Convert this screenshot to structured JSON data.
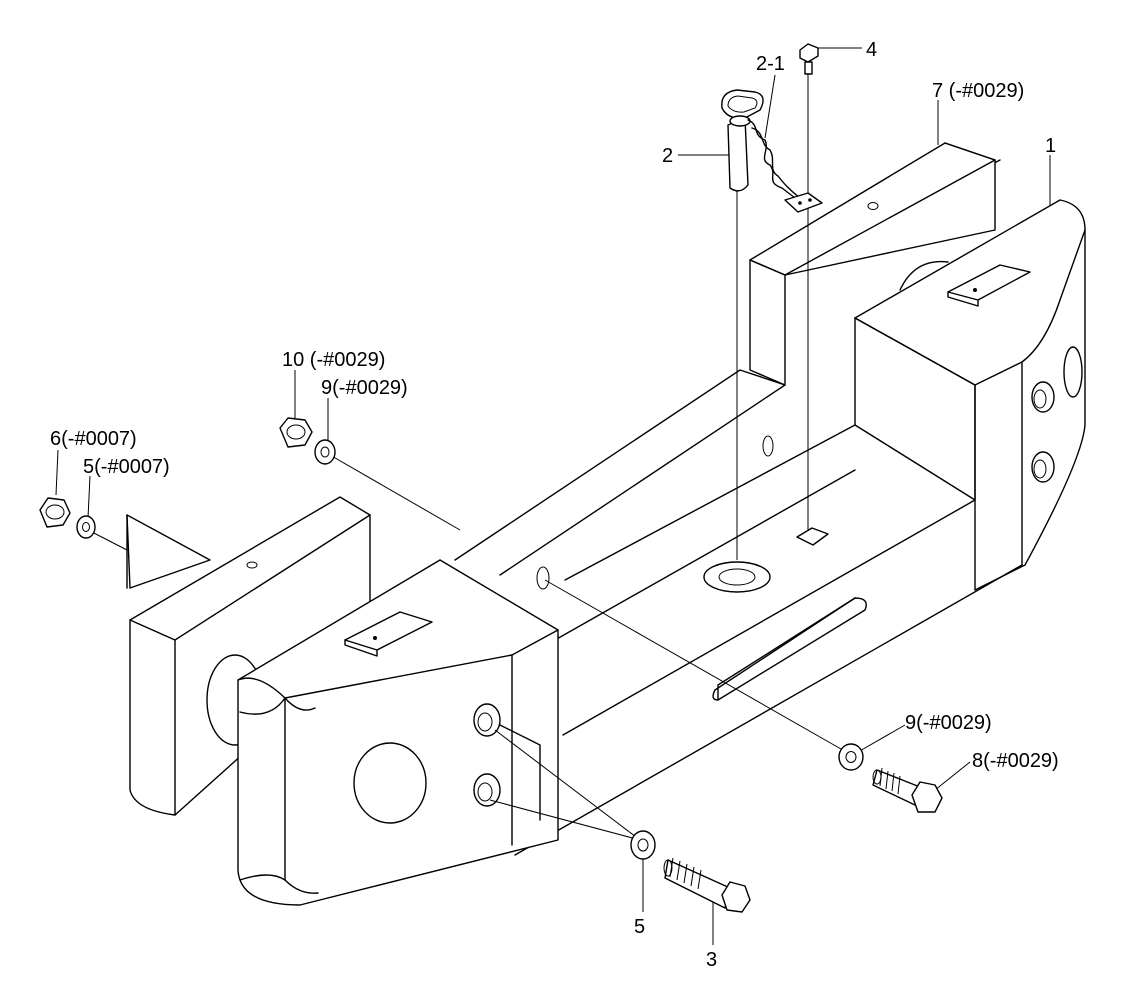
{
  "diagram": {
    "labels": {
      "p1": "1",
      "p2": "2",
      "p2_1": "2-1",
      "p3": "3",
      "p4": "4",
      "p5_bottom": "5",
      "p5_left": "5(-#0007)",
      "p6": "6(-#0007)",
      "p7": "7 (-#0029)",
      "p8": "8(-#0029)",
      "p9_left": "9(-#0029)",
      "p9_right": "9(-#0029)",
      "p10": "10 (-#0029)"
    }
  }
}
